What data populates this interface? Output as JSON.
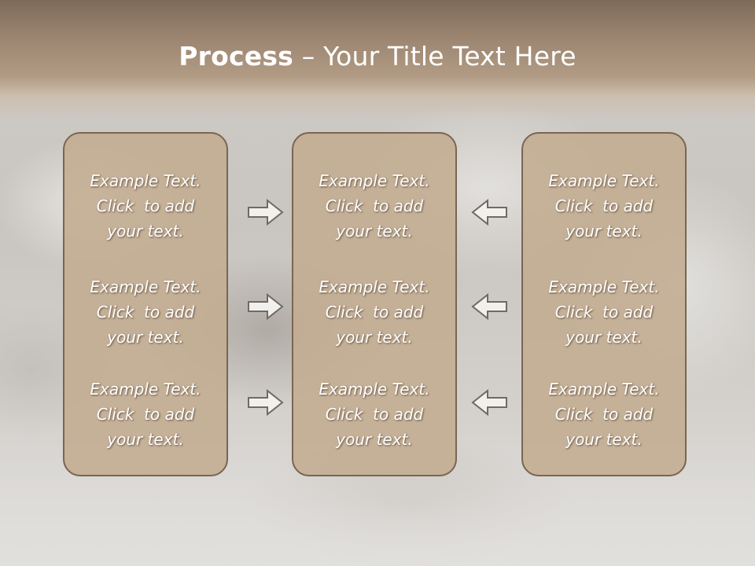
{
  "slide": {
    "title_bold": "Process",
    "title_rest": " – Your Title Text Here"
  },
  "columns": [
    {
      "items": [
        "Example Text.\nClick  to add\nyour text.",
        "Example Text.\nClick  to add\nyour text.",
        "Example Text.\nClick  to add\nyour text."
      ]
    },
    {
      "items": [
        "Example Text.\nClick  to add\nyour text.",
        "Example Text.\nClick  to add\nyour text.",
        "Example Text.\nClick  to add\nyour text."
      ]
    },
    {
      "items": [
        "Example Text.\nClick  to add\nyour text.",
        "Example Text.\nClick  to add\nyour text.",
        "Example Text.\nClick  to add\nyour text."
      ]
    }
  ],
  "arrows": {
    "left_group": "right-arrow-icon",
    "right_group": "left-arrow-icon"
  },
  "colors": {
    "title_band": "#9a8470",
    "box_fill": "#c3ac91",
    "box_border": "#7a6553",
    "text": "#ffffff"
  }
}
